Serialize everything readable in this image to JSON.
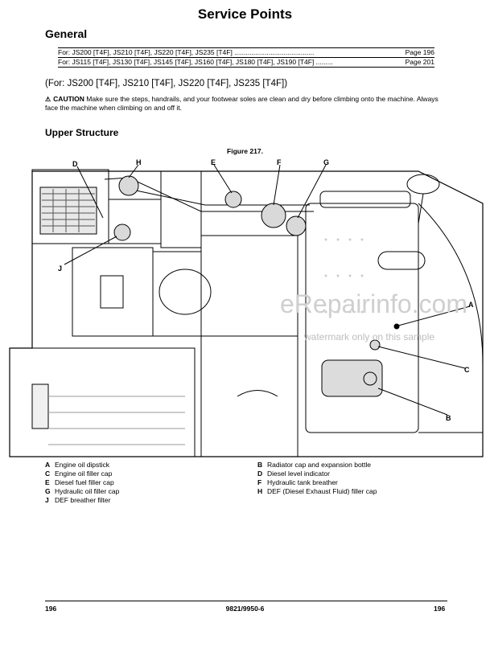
{
  "page": {
    "title": "Service Points",
    "section_general": "General",
    "cross_refs": [
      {
        "text": "For: JS200 [T4F], JS210 [T4F], JS220 [T4F], JS235 [T4F] ..........................................",
        "page": "Page 196"
      },
      {
        "text": "For: JS115 [T4F], JS130 [T4F], JS145 [T4F], JS160 [T4F], JS180 [T4F], JS190 [T4F] .........",
        "page": "Page 201"
      }
    ],
    "for_heading": "(For: JS200 [T4F], JS210 [T4F], JS220 [T4F], JS235 [T4F])",
    "caution_label": "CAUTION",
    "caution_text": "Make sure the steps, handrails, and your footwear soles are clean and dry before climbing onto the machine. Always face the machine when climbing on and off it.",
    "section_upper": "Upper Structure",
    "figure_caption": "Figure 217.",
    "callout_labels": [
      "A",
      "B",
      "C",
      "D",
      "E",
      "F",
      "G",
      "H",
      "J"
    ]
  },
  "legend": [
    {
      "key": "A",
      "text": "Engine oil dipstick"
    },
    {
      "key": "B",
      "text": "Radiator cap and expansion bottle"
    },
    {
      "key": "C",
      "text": "Engine oil filler cap"
    },
    {
      "key": "D",
      "text": "Diesel level indicator"
    },
    {
      "key": "E",
      "text": "Diesel fuel filler cap"
    },
    {
      "key": "F",
      "text": "Hydraulic tank breather"
    },
    {
      "key": "G",
      "text": "Hydraulic oil filler cap"
    },
    {
      "key": "H",
      "text": "DEF (Diesel Exhaust Fluid) filler cap"
    },
    {
      "key": "J",
      "text": "DEF breather filter"
    }
  ],
  "footer": {
    "page_left": "196",
    "doc_number": "9821/9950-6",
    "page_right": "196"
  },
  "watermark": {
    "logo": "eRepairinfo.com",
    "note": "watermark only on this sample"
  }
}
